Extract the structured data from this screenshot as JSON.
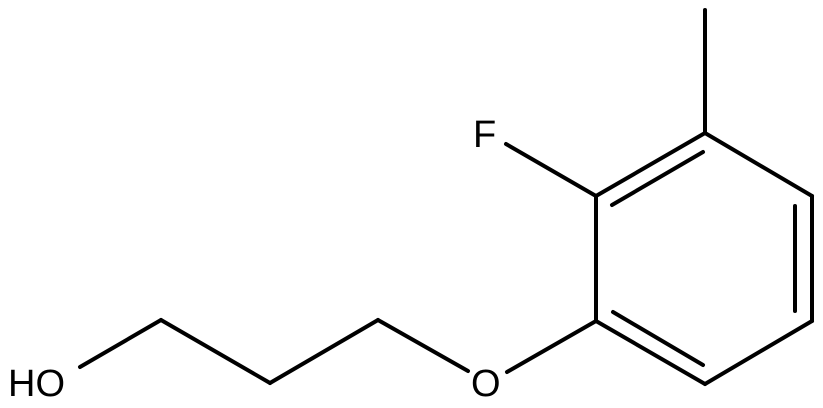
{
  "diagram": {
    "type": "skeletal-structure",
    "atom_labels": {
      "hydroxyl": "HO",
      "ether_oxygen": "O",
      "fluorine": "F"
    },
    "colors": {
      "bond": "#000000",
      "label": "#000000",
      "background": "#ffffff"
    }
  }
}
